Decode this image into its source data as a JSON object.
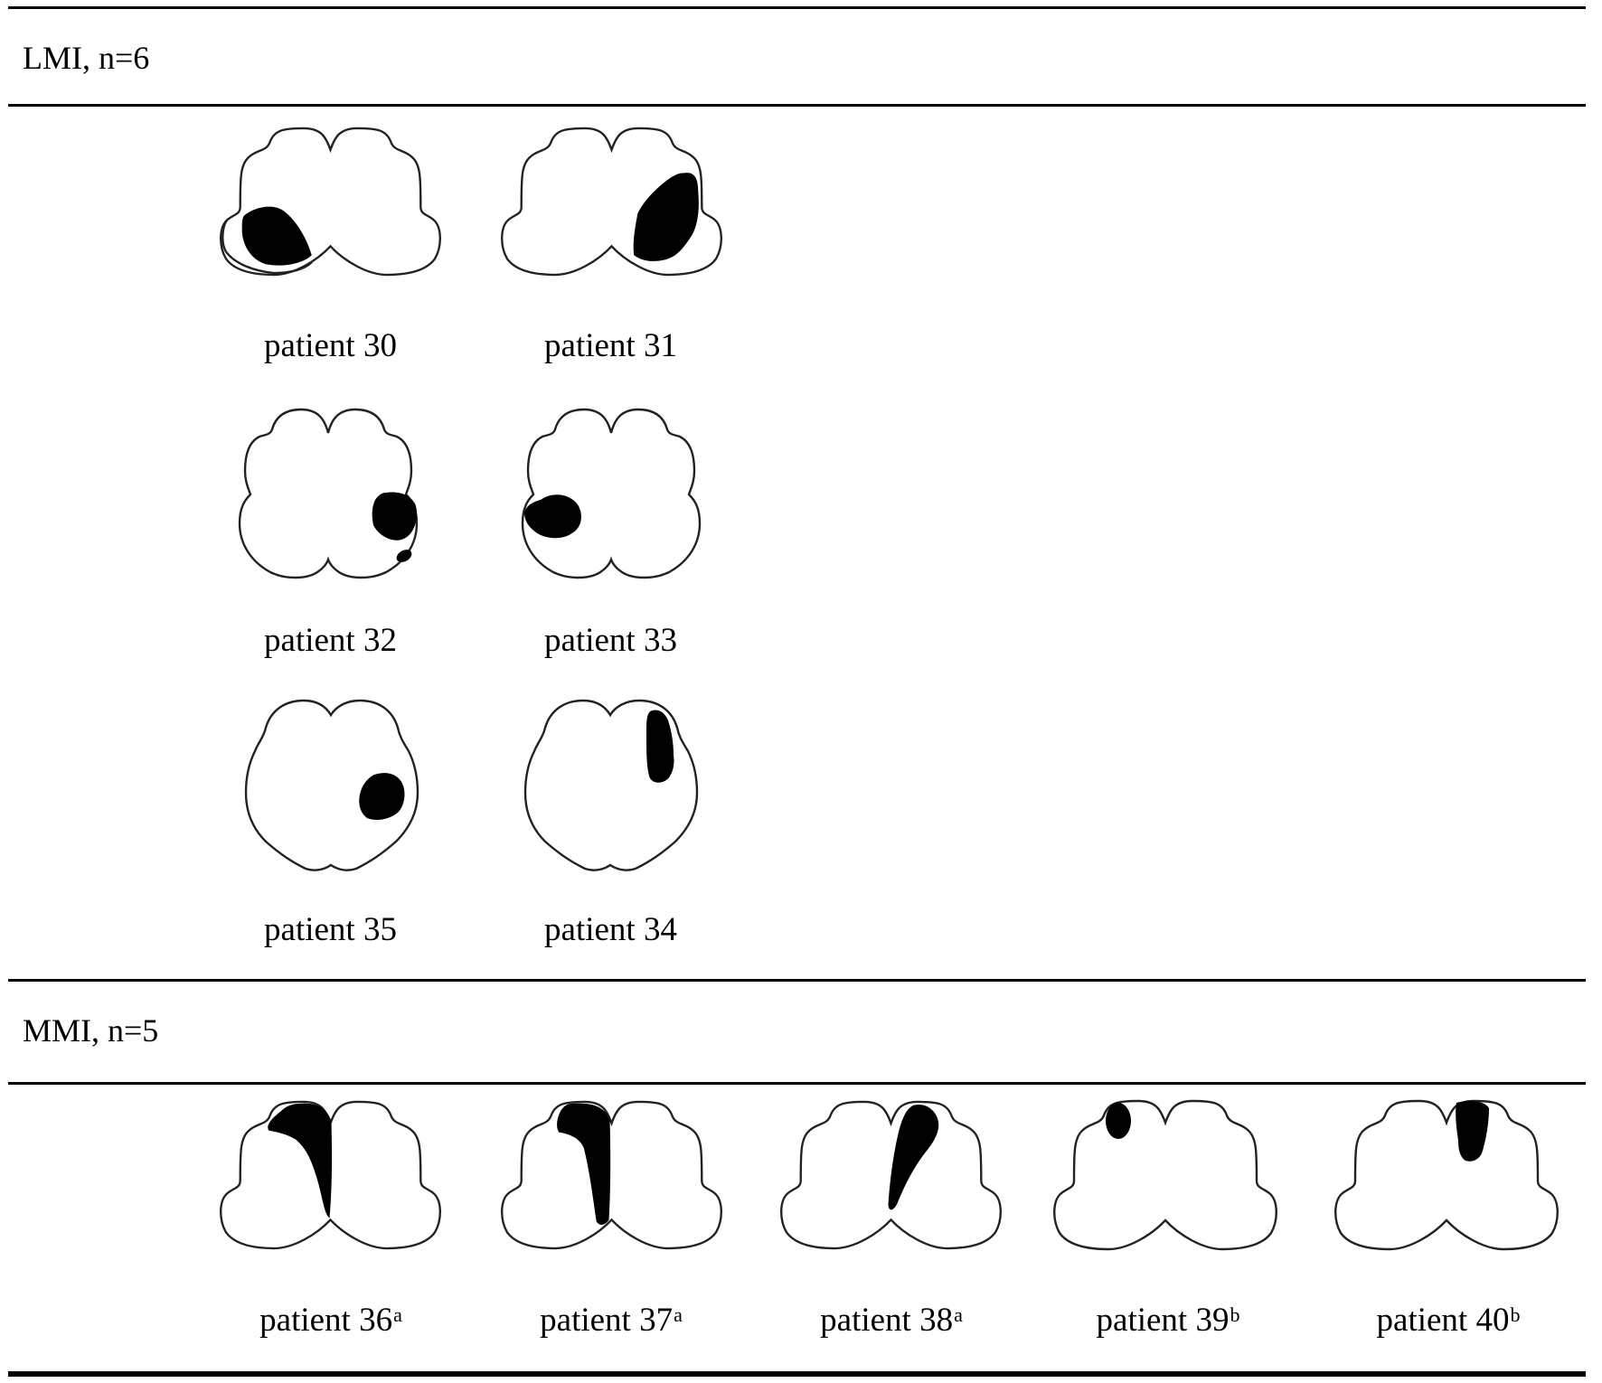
{
  "groups": [
    {
      "label": "LMI, n=6",
      "patients": [
        {
          "id": "30",
          "label": "patient 30",
          "sup": "",
          "shape": "bilobed",
          "lesion": "left-lateral"
        },
        {
          "id": "31",
          "label": "patient 31",
          "sup": "",
          "shape": "bilobed",
          "lesion": "right-lateral"
        },
        {
          "id": "32",
          "label": "patient 32",
          "sup": "",
          "shape": "clover",
          "lesion": "right-lateral-two-foci"
        },
        {
          "id": "33",
          "label": "patient 33",
          "sup": "",
          "shape": "clover",
          "lesion": "left-lateral"
        },
        {
          "id": "35",
          "label": "patient 35",
          "sup": "",
          "shape": "oval",
          "lesion": "right-lateral"
        },
        {
          "id": "34",
          "label": "patient 34",
          "sup": "",
          "shape": "oval",
          "lesion": "right-dorsolateral"
        }
      ]
    },
    {
      "label": "MMI, n=5",
      "patients": [
        {
          "id": "36",
          "label": "patient 36",
          "sup": "a",
          "shape": "bilobed",
          "lesion": "left-medial"
        },
        {
          "id": "37",
          "label": "patient 37",
          "sup": "a",
          "shape": "bilobed",
          "lesion": "left-medial"
        },
        {
          "id": "38",
          "label": "patient 38",
          "sup": "a",
          "shape": "bilobed",
          "lesion": "right-medial"
        },
        {
          "id": "39",
          "label": "patient 39",
          "sup": "b",
          "shape": "bilobed",
          "lesion": "left-ventromedial-small"
        },
        {
          "id": "40",
          "label": "patient 40",
          "sup": "b",
          "shape": "bilobed",
          "lesion": "right-ventromedial"
        }
      ]
    }
  ],
  "colors": {
    "outline": "#222222",
    "lesion": "#000000",
    "rule": "#000000",
    "background": "#ffffff"
  }
}
